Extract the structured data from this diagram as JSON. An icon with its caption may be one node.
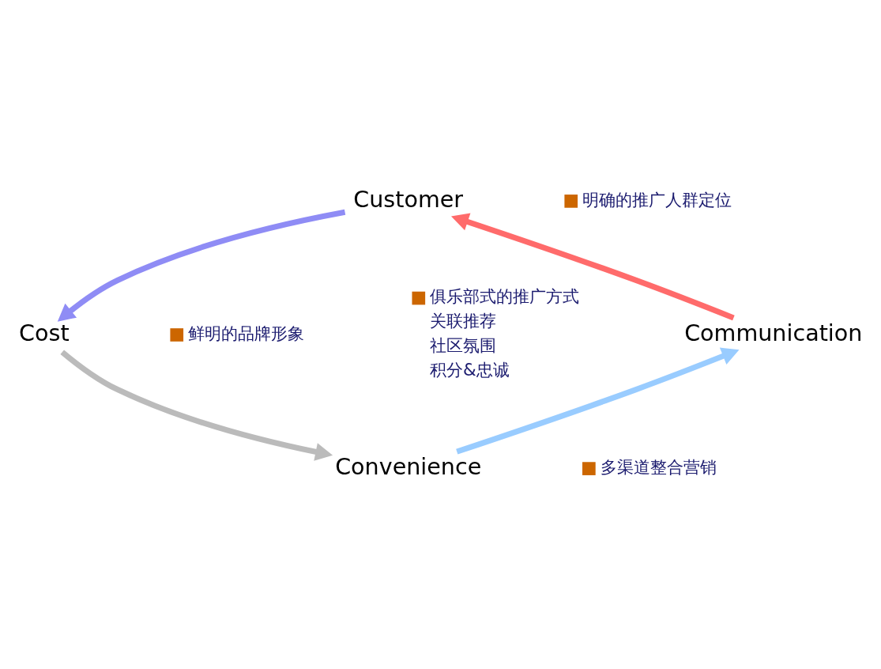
{
  "diagram": {
    "nodes": [
      {
        "text": [
          "Customer"
        ]
      },
      {
        "text": [
          "Cost"
        ]
      },
      {
        "text": [
          "Convenience"
        ]
      },
      {
        "text": [
          "Communication"
        ]
      }
    ],
    "edges": [
      {
        "from": 0,
        "to": 1,
        "arrow": "to",
        "color": "#8f8cf5"
      },
      {
        "from": 1,
        "to": 2,
        "arrow": "to",
        "color": "#bbbbbb"
      },
      {
        "from": 2,
        "to": 3,
        "arrow": "to",
        "color": "#99ccff"
      },
      {
        "from": 3,
        "to": 0,
        "arrow": "to",
        "color": "#ff6b6b"
      }
    ],
    "labels": [
      "明确的推广人群定位",
      "俱乐部式的推广方式",
      "关联推荐",
      "社区氛围",
      "积分&忠诚",
      "鲜明的品牌形象",
      "多渠道整合营销"
    ]
  }
}
